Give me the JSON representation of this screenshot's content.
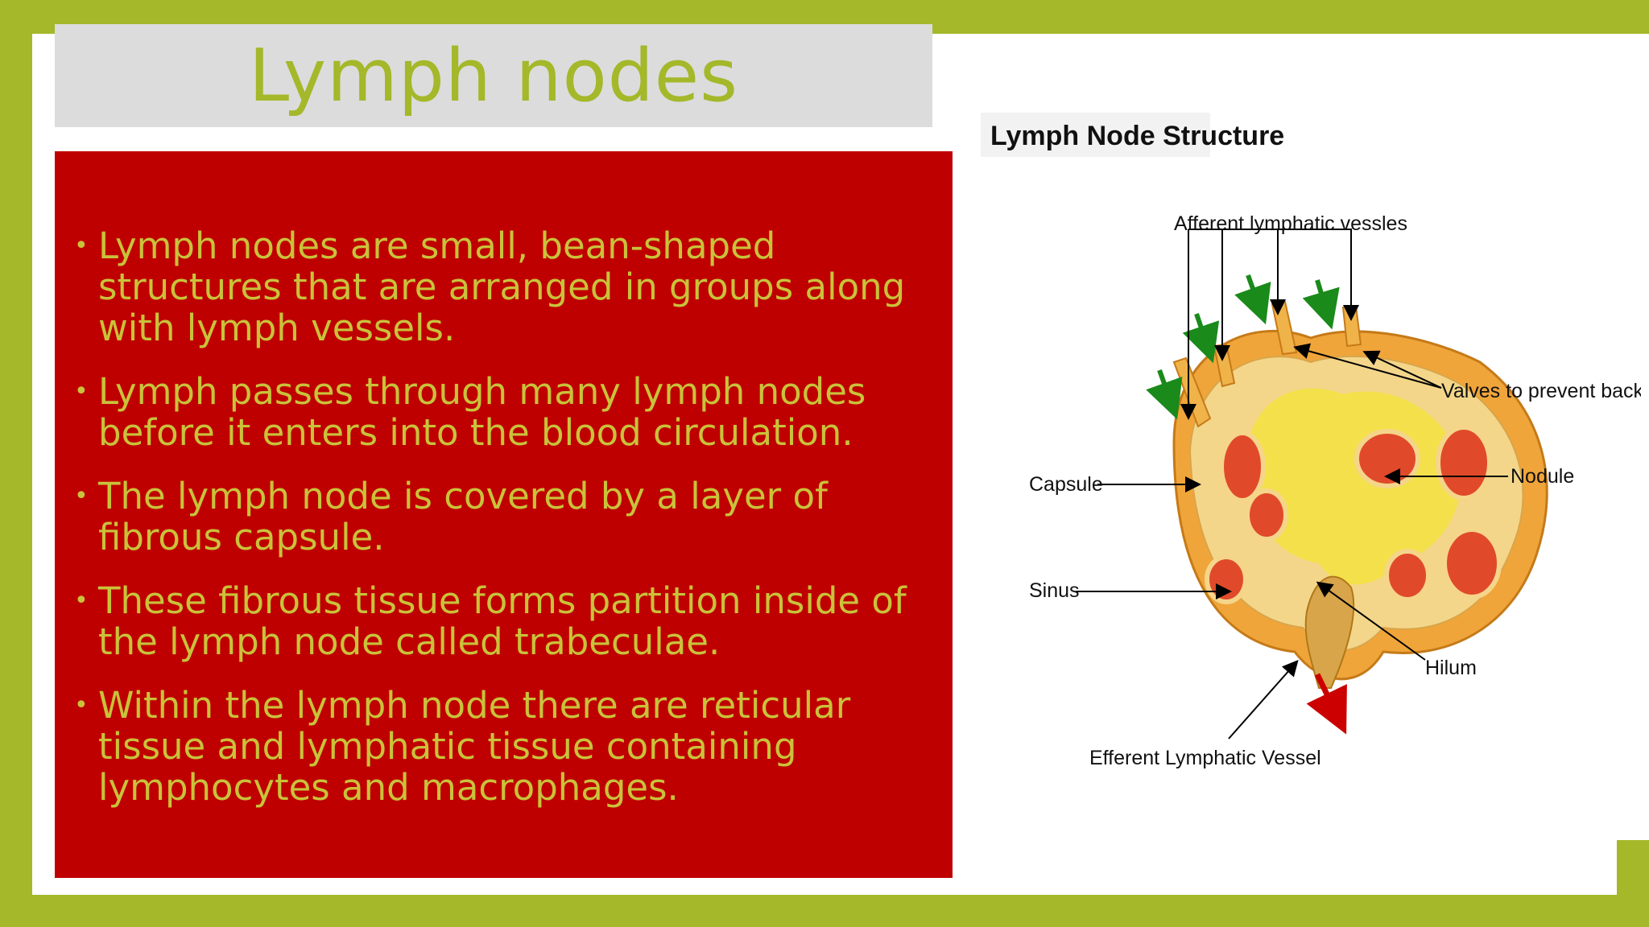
{
  "slide": {
    "title": "Lymph nodes",
    "bullets": [
      "Lymph nodes are small, bean-shaped structures that are arranged in groups along with lymph vessels.",
      "Lymph passes through many lymph nodes before it enters into the blood circulation.",
      "The lymph node is covered by a layer of fibrous capsule.",
      "These fibrous tissue forms partition inside of the lymph node called trabeculae.",
      "Within the lymph node there are reticular tissue and lymphatic tissue containing lymphocytes and macrophages."
    ],
    "bullet_glyph": "•"
  },
  "diagram": {
    "heading": "Lymph Node Structure",
    "labels": {
      "afferent": "Afferent lymphatic vessles",
      "valves": "Valves to prevent backflow",
      "capsule": "Capsule",
      "nodule": "Nodule",
      "sinus": "Sinus",
      "hilum": "Hilum",
      "efferent": "Efferent Lymphatic Vessel"
    }
  },
  "colors": {
    "accent_green": "#a4b82a",
    "panel_red": "#bf0000",
    "bullet_text": "#c9c23a",
    "title_bg": "#dcdcdc"
  }
}
